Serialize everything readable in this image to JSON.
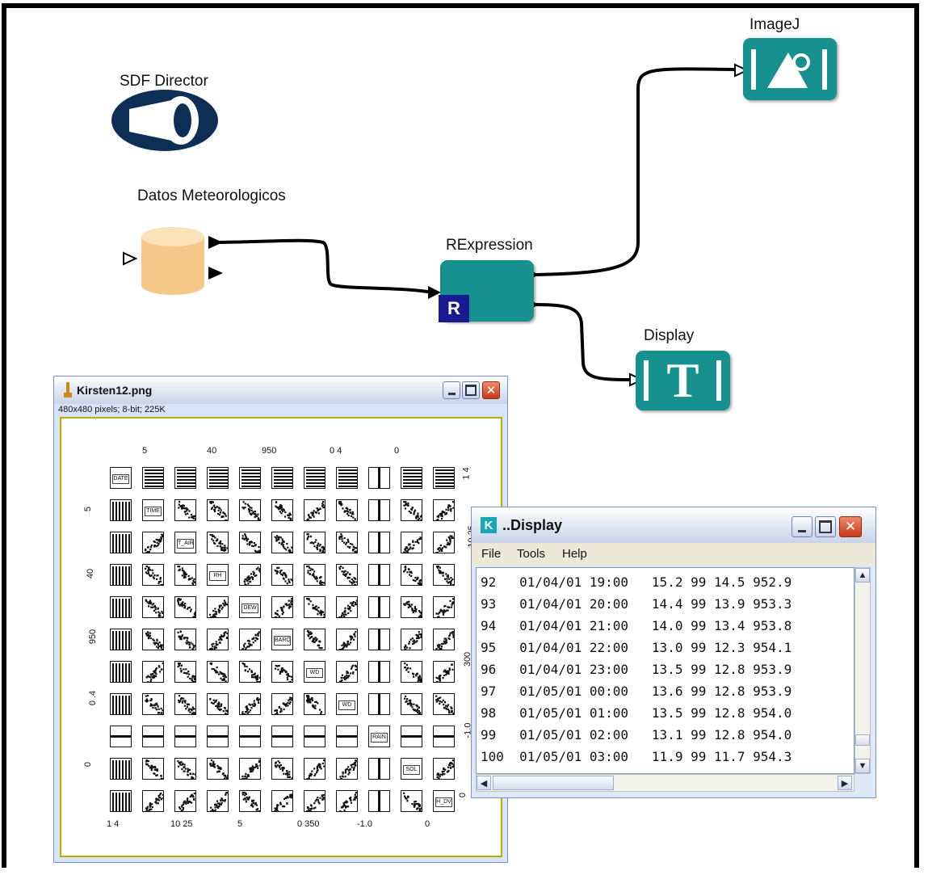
{
  "workflow": {
    "director": {
      "label": "SDF Director"
    },
    "datos": {
      "label": "Datos Meteorologicos"
    },
    "rexpression": {
      "label": "RExpression",
      "badge": "R"
    },
    "imagej": {
      "label": "ImageJ"
    },
    "display": {
      "label": "Display",
      "glyph": "T"
    }
  },
  "colors": {
    "teal": "#17918f",
    "director": "#0d2f55",
    "datasource": "#f6c98a",
    "badge": "#1a1a90"
  },
  "image_window": {
    "title": "Kirsten12.png",
    "info": "480x480 pixels; 8-bit; 225K",
    "top_ticks": [
      "5",
      "40",
      "950",
      "0  4",
      "0"
    ],
    "bottom_ticks": [
      "1  4",
      "10  25",
      "5",
      "0  350",
      "-1.0",
      "0"
    ],
    "left_ticks": [
      "5",
      "40",
      "950",
      "0  .4",
      "0"
    ],
    "right_ticks": [
      "1  4",
      "10  25",
      "300",
      "-1.0",
      "0"
    ],
    "diag_labels": [
      "DATE",
      "TIME",
      "T_AIR",
      "RH",
      "DEW",
      "BARO",
      "WD",
      "WD",
      "RAIN",
      "SOL",
      "H_DV"
    ]
  },
  "display_window": {
    "title": "..Display",
    "menus": [
      "File",
      "Tools",
      "Help"
    ],
    "rows": [
      "92   01/04/01 19:00   15.2 99 14.5 952.9",
      "93   01/04/01 20:00   14.4 99 13.9 953.3",
      "94   01/04/01 21:00   14.0 99 13.4 953.8",
      "95   01/04/01 22:00   13.0 99 12.3 954.1",
      "96   01/04/01 23:00   13.5 99 12.8 953.9",
      "97   01/05/01 00:00   13.6 99 12.8 953.9",
      "98   01/05/01 01:00   13.5 99 12.8 954.0",
      "99   01/05/01 02:00   13.1 99 12.8 954.0",
      "100  01/05/01 03:00   11.9 99 11.7 954.3"
    ]
  }
}
